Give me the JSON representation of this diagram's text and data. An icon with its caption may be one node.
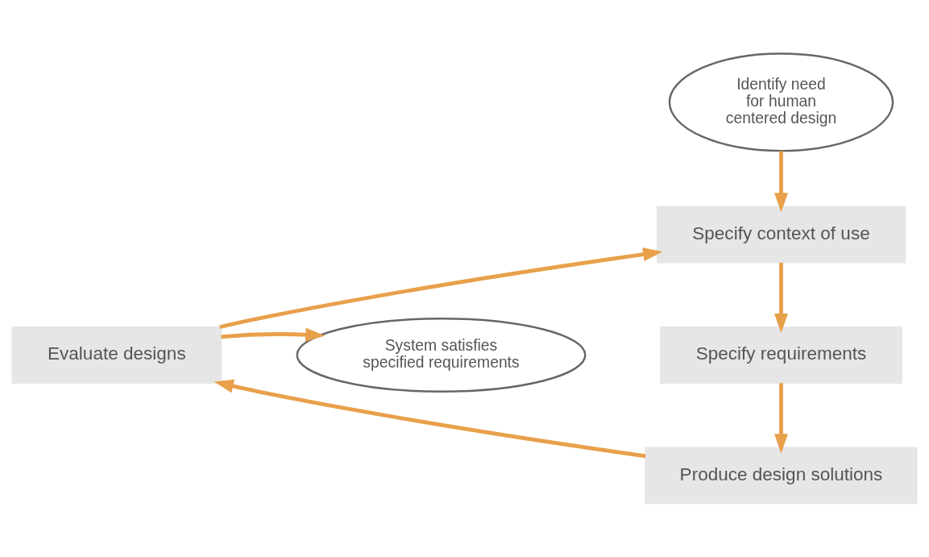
{
  "diagram": {
    "nodes": [
      {
        "text": [
          "Identify need for human centered design"
        ]
      },
      {
        "text": [
          "Specify context of use"
        ]
      },
      {
        "text": [
          "Specify requirements"
        ]
      },
      {
        "text": [
          "Produce design solutions"
        ]
      },
      {
        "text": [
          "Evaluate designs"
        ]
      },
      {
        "text": [
          "System satisfies specified requirements"
        ]
      }
    ],
    "edges": [
      {
        "from": 0,
        "to": 1,
        "arrow": "to"
      },
      {
        "from": 1,
        "to": 2,
        "arrow": "to"
      },
      {
        "from": 2,
        "to": 3,
        "arrow": "to"
      },
      {
        "from": 3,
        "to": 4,
        "arrow": "to"
      },
      {
        "from": 4,
        "to": 1,
        "arrow": "to"
      },
      {
        "from": 4,
        "to": 5,
        "arrow": "to"
      }
    ]
  }
}
